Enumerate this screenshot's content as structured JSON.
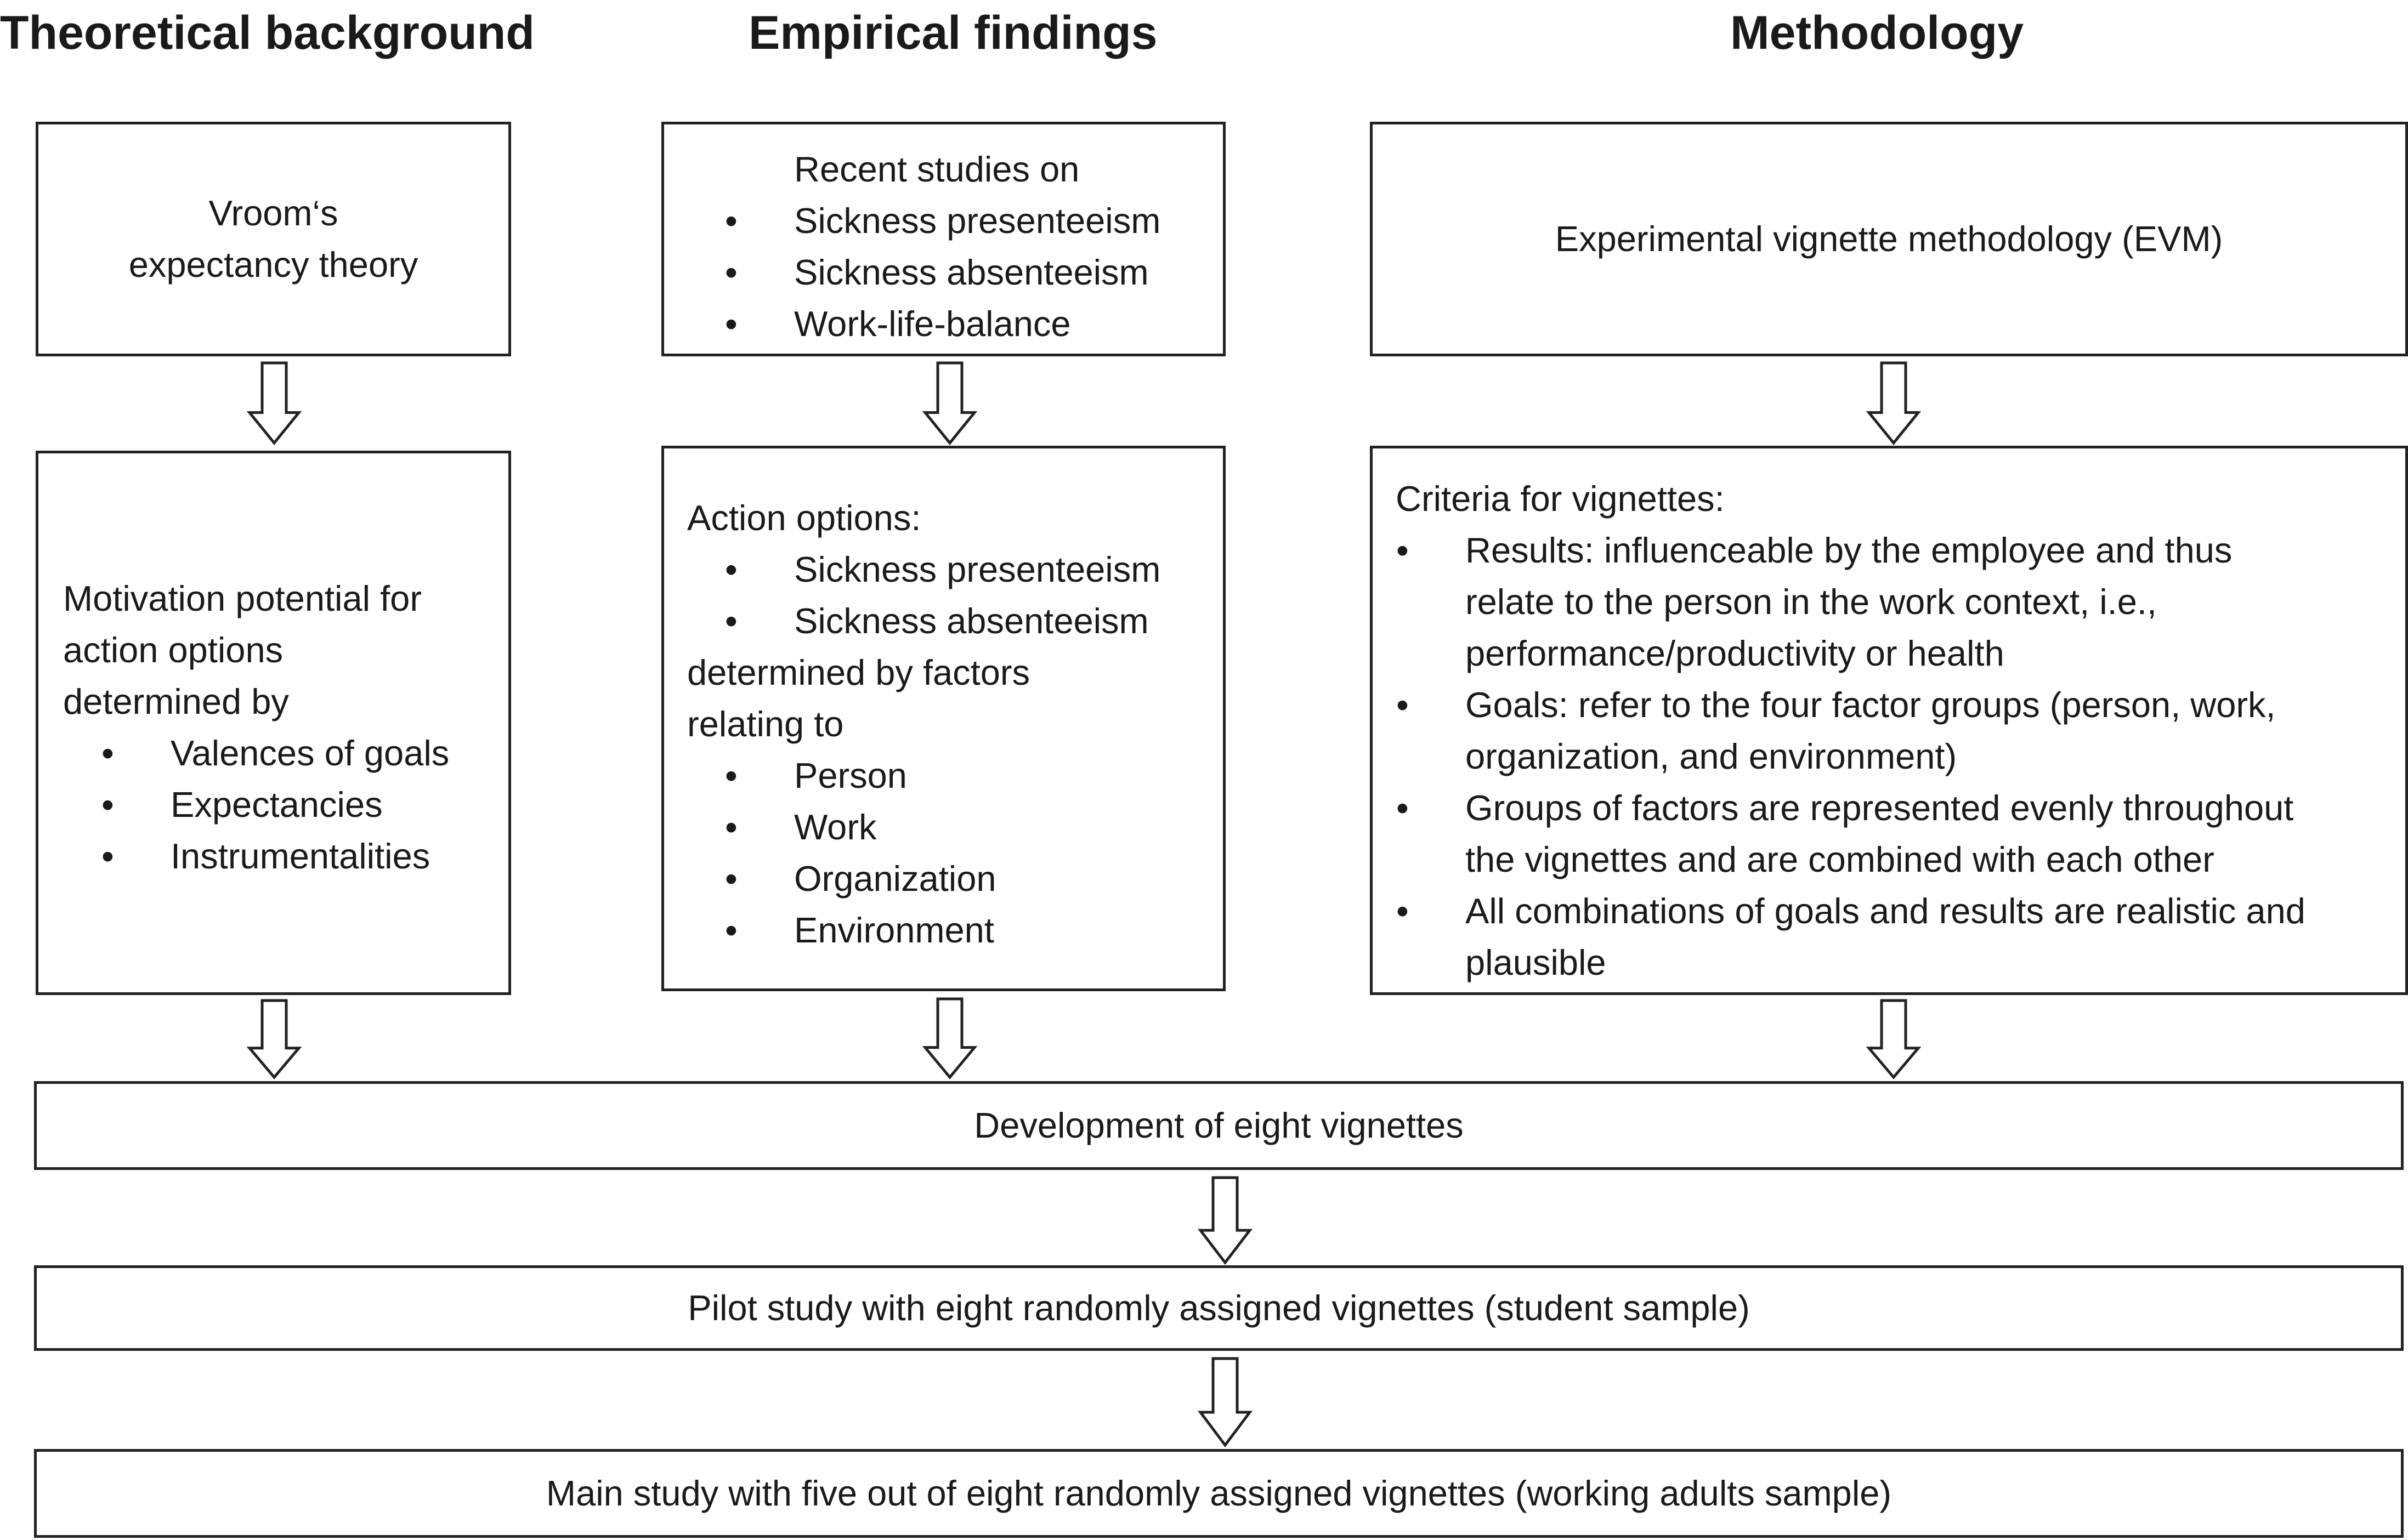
{
  "columns": {
    "theory": {
      "heading": "Theoretical background",
      "top_box": "Vroom‘s expectancy theory",
      "top_lines": [
        "Vroom‘s",
        "expectancy theory"
      ],
      "bottom_intro": [
        "Motivation potential for",
        "action options",
        "determined by"
      ],
      "bottom_items": [
        "Valences of goals",
        "Expectancies",
        "Instrumentalities"
      ]
    },
    "empirical": {
      "heading": "Empirical findings",
      "top_intro": "Recent studies on",
      "top_items": [
        "Sickness presenteeism",
        "Sickness absenteeism",
        "Work-life-balance"
      ],
      "bottom_intro": "Action options:",
      "bottom_items_a": [
        "Sickness presenteeism",
        "Sickness absenteeism"
      ],
      "bottom_mid": [
        "determined by factors",
        "relating to"
      ],
      "bottom_items_b": [
        "Person",
        "Work",
        "Organization",
        "Environment"
      ]
    },
    "method": {
      "heading": "Methodology",
      "top_box": "Experimental vignette methodology (EVM)",
      "bottom_intro": "Criteria for vignettes:",
      "criteria": [
        [
          "Results: influenceable by the employee and thus",
          "relate to the person in the work context, i.e.,",
          "performance/productivity or health"
        ],
        [
          "Goals: refer to the four factor groups (person, work,",
          "organization, and environment)"
        ],
        [
          "Groups of factors are represented evenly throughout",
          "the vignettes and are combined with each other"
        ],
        [
          "All combinations of goals and results are realistic and",
          "plausible"
        ]
      ]
    }
  },
  "steps": [
    "Development of eight vignettes",
    "Pilot study with eight randomly assigned vignettes (student sample)",
    "Main study with five out of eight randomly assigned vignettes  (working adults sample)"
  ]
}
